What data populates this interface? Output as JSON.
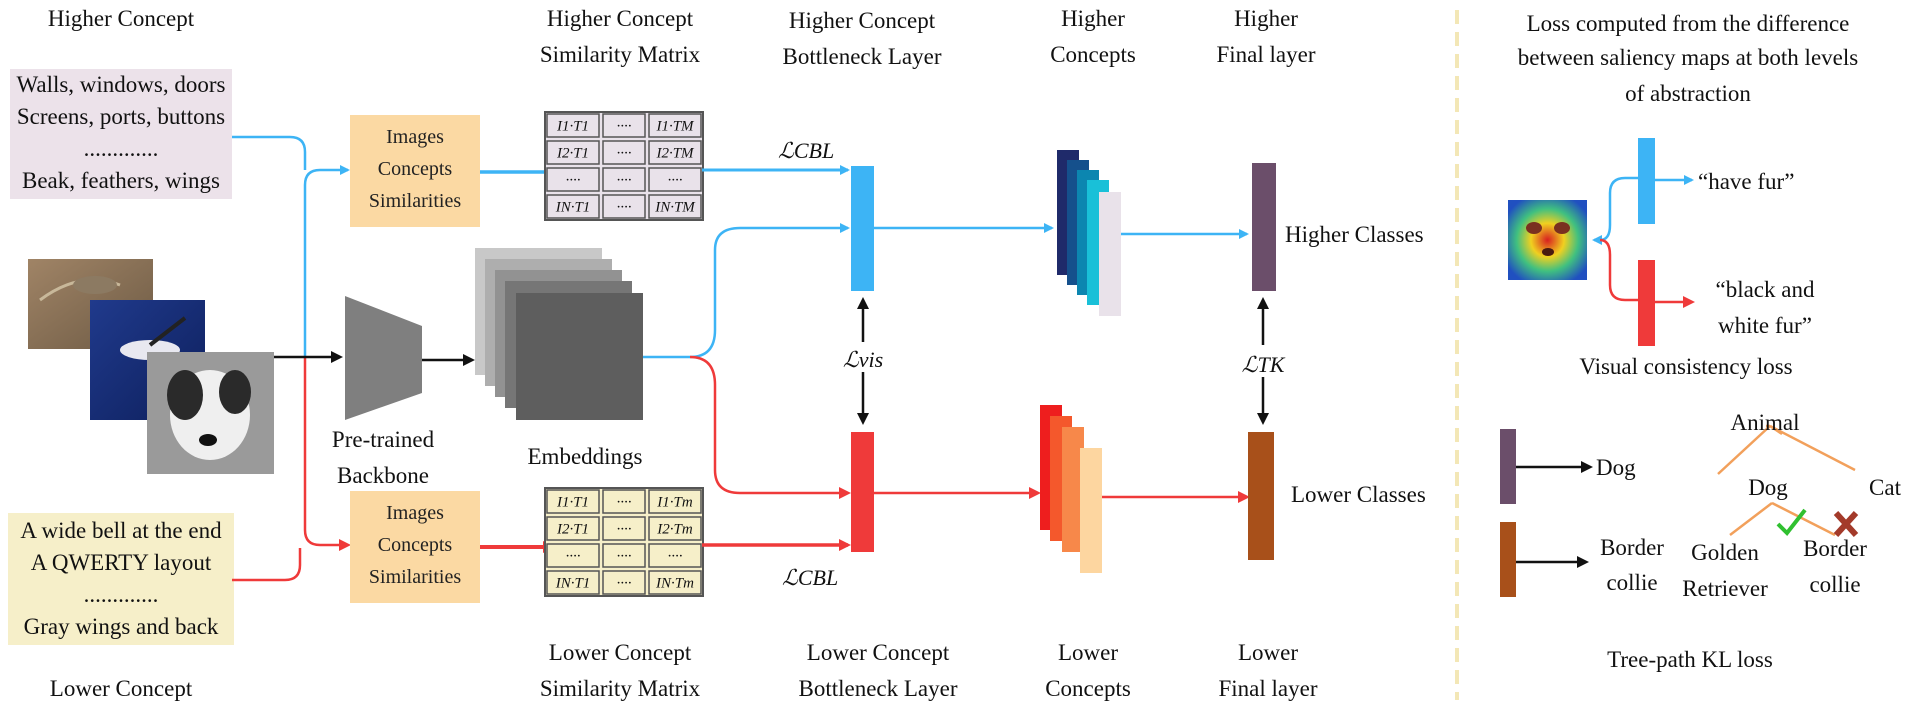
{
  "colors": {
    "blue": "#3db4f5",
    "red": "#ef3a3a",
    "black": "#111111",
    "higher_text_bg": "#ece2ea",
    "lower_text_bg": "#f6efc9",
    "sim_box_bg": "#fbd9a3",
    "matrix_high_bg": "#e9e2ea",
    "matrix_low_bg": "#f6efc9",
    "higher_class_bar": "#6b4e6a",
    "lower_class_bar": "#a8501a",
    "divider": "#f3e7b6",
    "tree_line": "#f2a05b"
  },
  "left": {
    "higher_title": "Higher Concept",
    "higher_lines": [
      "Walls, windows, doors",
      "Screens, ports, buttons",
      ".............",
      "Beak, feathers, wings"
    ],
    "lower_title": "Lower Concept",
    "lower_lines": [
      "A wide bell at the end",
      "A QWERTY layout",
      ".............",
      "Gray wings and back"
    ]
  },
  "sim_box": {
    "lines": [
      "Images",
      "Concepts",
      "Similarities"
    ]
  },
  "backbone": {
    "lines": [
      "Pre-trained",
      "Backbone"
    ]
  },
  "embeddings": {
    "label": "Embeddings"
  },
  "headers": {
    "hc_sim_matrix": [
      "Higher Concept",
      "Similarity Matrix"
    ],
    "hc_bottleneck": [
      "Higher Concept",
      "Bottleneck Layer"
    ],
    "higher_concepts": [
      "Higher",
      "Concepts"
    ],
    "higher_final": [
      "Higher",
      "Final layer"
    ],
    "lc_sim_matrix": [
      "Lower Concept",
      "Similarity Matrix"
    ],
    "lc_bottleneck": [
      "Lower Concept",
      "Bottleneck Layer"
    ],
    "lower_concepts": [
      "Lower",
      "Concepts"
    ],
    "lower_final": [
      "Lower",
      "Final layer"
    ]
  },
  "matrix_high": {
    "cells": [
      [
        "I1·T1",
        "····",
        "I1·TM"
      ],
      [
        "I2·T1",
        "····",
        "I2·TM"
      ],
      [
        "····",
        "····",
        "····"
      ],
      [
        "IN·T1",
        "····",
        "IN·TM"
      ]
    ]
  },
  "matrix_low": {
    "cells": [
      [
        "I1·T1",
        "····",
        "I1·Tm"
      ],
      [
        "I2·T1",
        "····",
        "I2·Tm"
      ],
      [
        "····",
        "····",
        "····"
      ],
      [
        "IN·T1",
        "····",
        "IN·Tm"
      ]
    ]
  },
  "losses": {
    "cbl_top": "ℒCBL",
    "cbl_bottom": "ℒCBL",
    "vis": "ℒvis",
    "tk": "ℒTK"
  },
  "classes": {
    "higher": "Higher Classes",
    "lower": "Lower Classes"
  },
  "right_panel": {
    "caption": [
      "Loss computed from the difference",
      "between saliency maps at both levels",
      "of abstraction"
    ],
    "have_fur": "“have fur”",
    "black_white": [
      "“black and",
      "white fur”"
    ],
    "visual_consistency": "Visual consistency loss",
    "dog": "Dog",
    "border_collie": [
      "Border",
      "collie"
    ],
    "tree": {
      "animal": "Animal",
      "dog": "Dog",
      "cat": "Cat",
      "golden": [
        "Golden",
        "Retriever"
      ],
      "border": [
        "Border",
        "collie"
      ]
    },
    "tree_caption": "Tree-path KL loss"
  }
}
